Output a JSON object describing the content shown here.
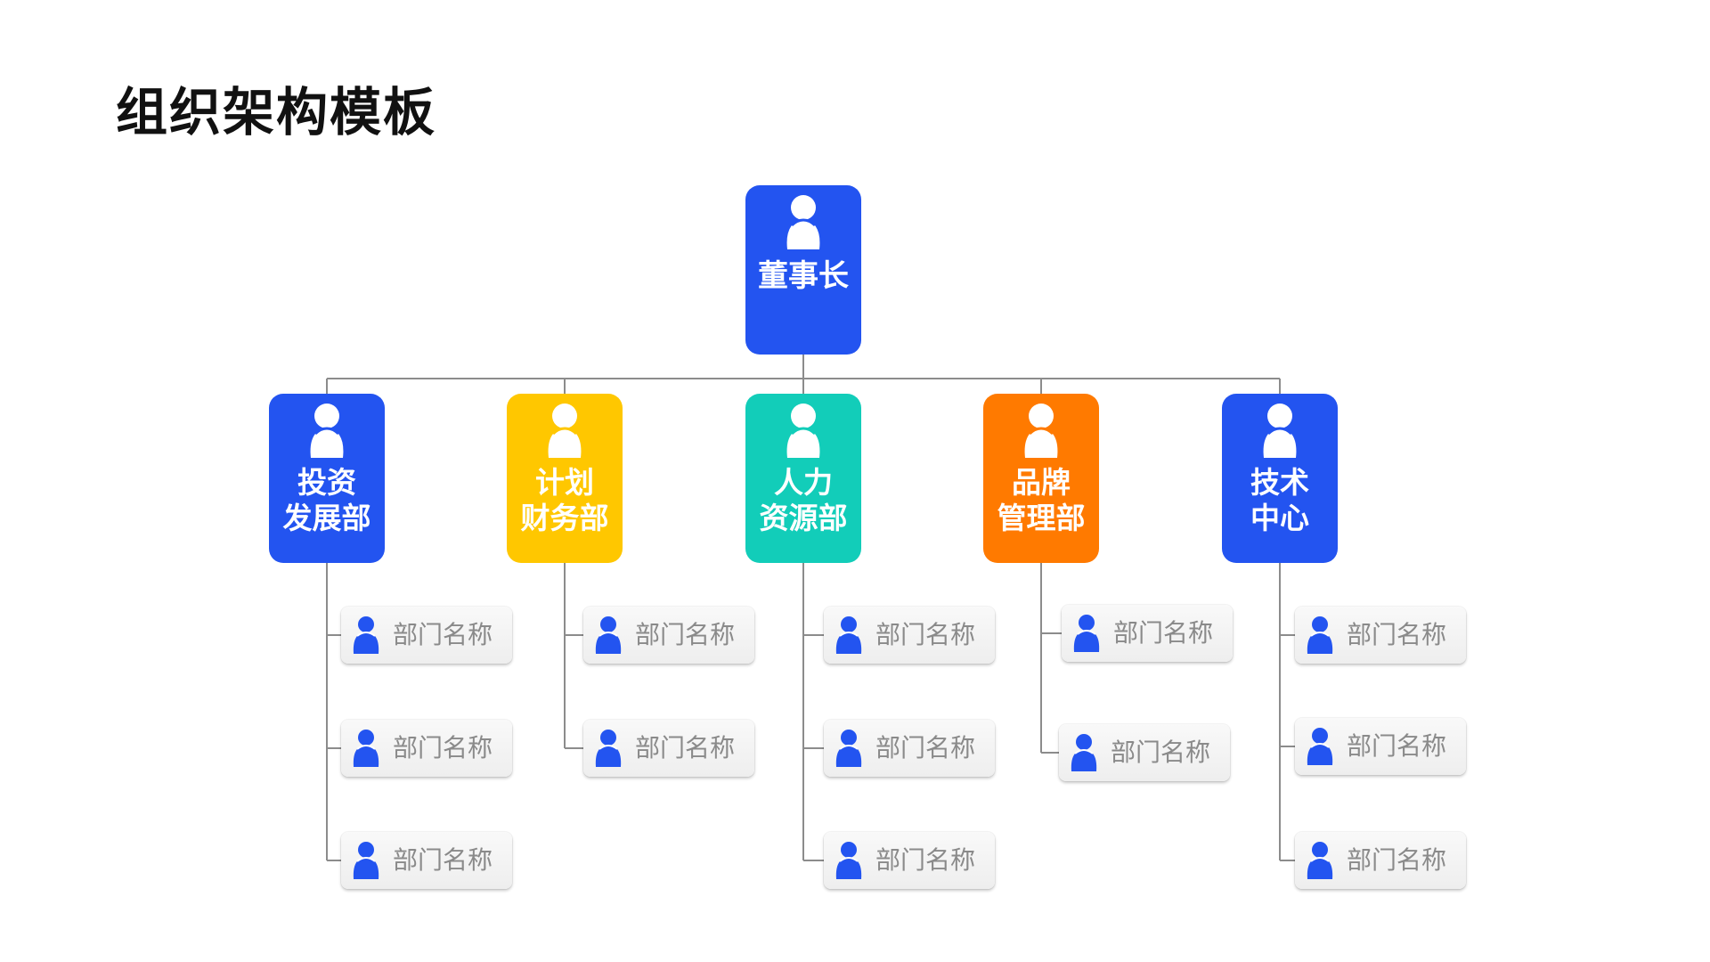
{
  "title": "组织架构模板",
  "colors": {
    "blue": "#2354f0",
    "yellow": "#ffc700",
    "teal": "#12cdb9",
    "orange": "#ff7a00",
    "line": "#8c8c8c",
    "sub_text": "#8a8a8a"
  },
  "ceo": {
    "label": "董事长",
    "icon": "person-icon",
    "color": "#2354f0"
  },
  "departments": [
    {
      "label": "投资\n发展部",
      "icon": "person-icon",
      "color": "#2354f0",
      "subunits": [
        "部门名称",
        "部门名称",
        "部门名称"
      ]
    },
    {
      "label": "计划\n财务部",
      "icon": "person-icon",
      "color": "#ffc700",
      "subunits": [
        "部门名称",
        "部门名称"
      ]
    },
    {
      "label": "人力\n资源部",
      "icon": "person-icon",
      "color": "#12cdb9",
      "subunits": [
        "部门名称",
        "部门名称",
        "部门名称"
      ]
    },
    {
      "label": "品牌\n管理部",
      "icon": "person-icon",
      "color": "#ff7a00",
      "subunits": [
        "部门名称",
        "部门名称"
      ]
    },
    {
      "label": "技术\n中心",
      "icon": "person-icon",
      "color": "#2354f0",
      "subunits": [
        "部门名称",
        "部门名称",
        "部门名称"
      ]
    }
  ]
}
